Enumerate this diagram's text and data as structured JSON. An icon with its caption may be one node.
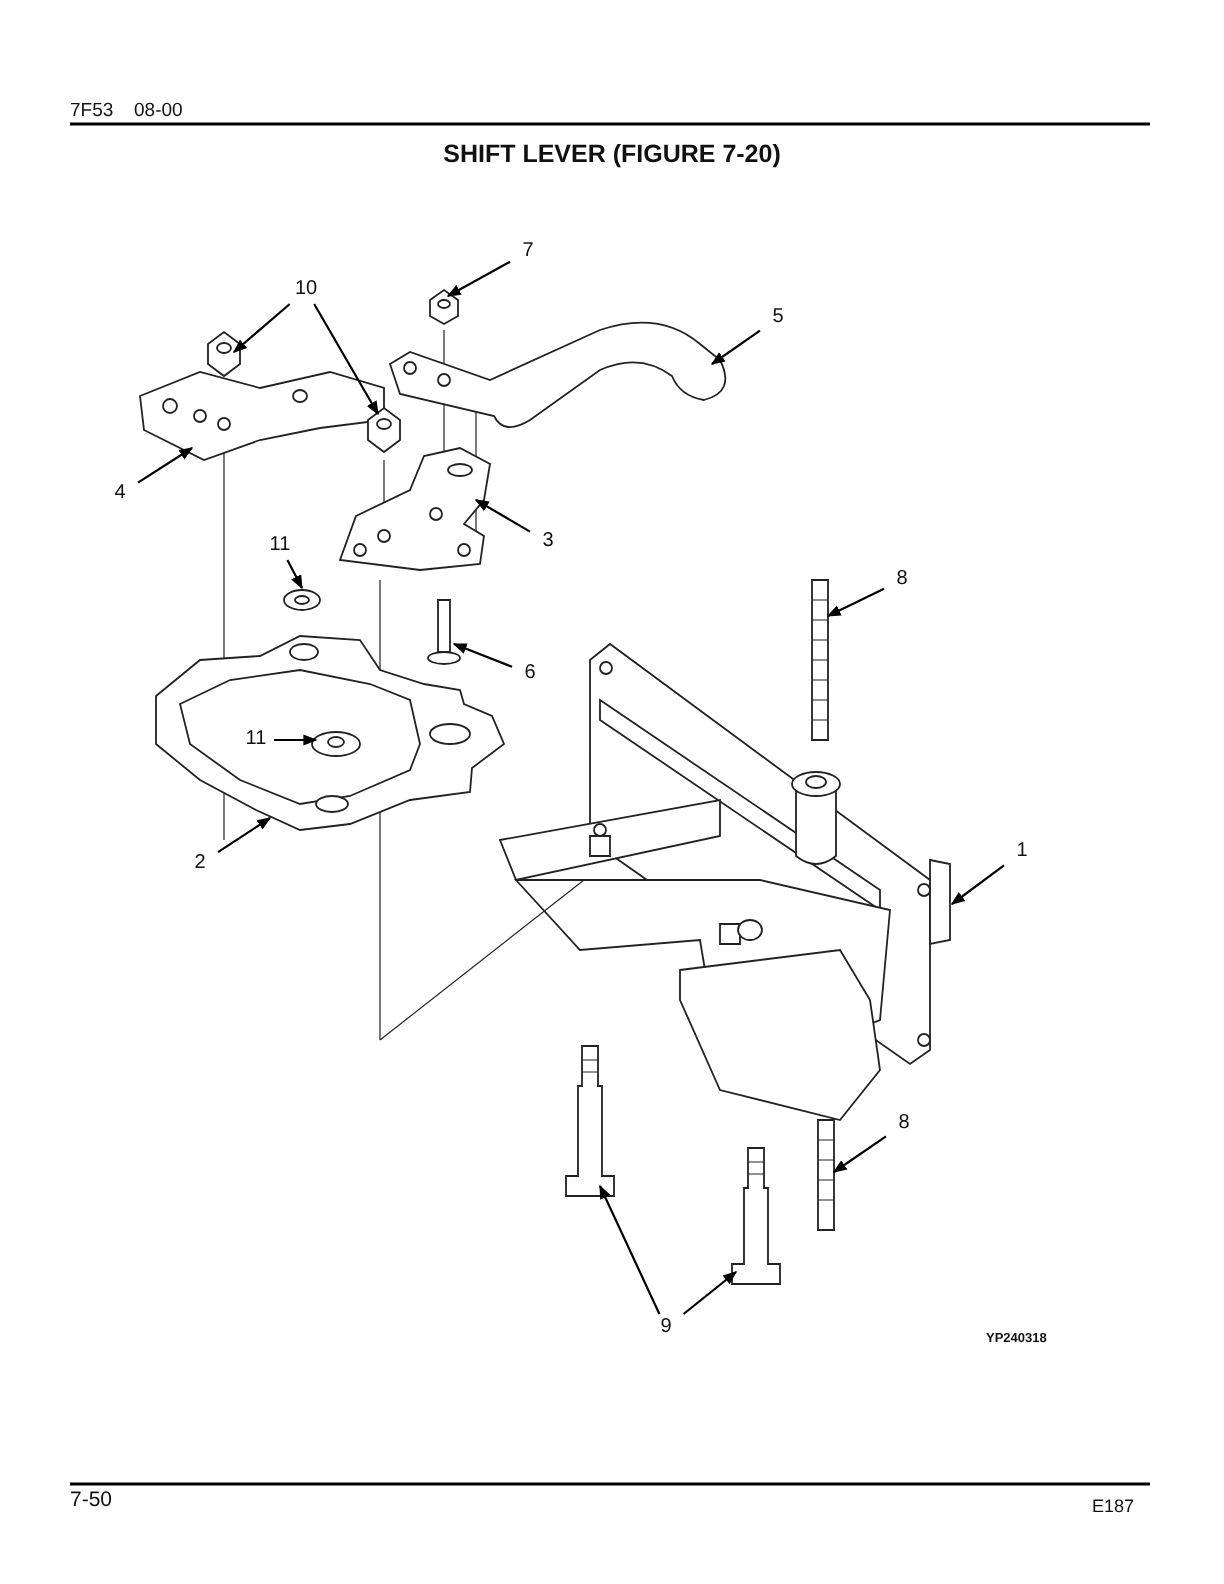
{
  "diagram": {
    "title": "SHIFT LEVER (FIGURE 7-20)",
    "nodes": [
      {
        "text": [
          "10"
        ]
      },
      {
        "text": [
          "7"
        ]
      },
      {
        "text": [
          "5"
        ]
      },
      {
        "text": [
          "4"
        ]
      },
      {
        "text": [
          "3"
        ]
      },
      {
        "text": [
          "11"
        ]
      },
      {
        "text": [
          "8"
        ]
      },
      {
        "text": [
          "6"
        ]
      },
      {
        "text": [
          "11"
        ]
      },
      {
        "text": [
          "2"
        ]
      },
      {
        "text": [
          "1"
        ]
      },
      {
        "text": [
          "8"
        ]
      },
      {
        "text": [
          "9"
        ]
      }
    ],
    "edges": [
      {
        "from": 0,
        "to": null,
        "arrow": "to"
      },
      {
        "from": 0,
        "to": null,
        "arrow": "to"
      },
      {
        "from": 1,
        "to": null,
        "arrow": "to"
      },
      {
        "from": 2,
        "to": null,
        "arrow": "to"
      },
      {
        "from": 3,
        "to": null,
        "arrow": "to"
      },
      {
        "from": 4,
        "to": null,
        "arrow": "to"
      },
      {
        "from": 5,
        "to": null,
        "arrow": "to"
      },
      {
        "from": 6,
        "to": null,
        "arrow": "to"
      },
      {
        "from": 7,
        "to": null,
        "arrow": "to"
      },
      {
        "from": 8,
        "to": null,
        "arrow": "to"
      },
      {
        "from": 9,
        "to": null,
        "arrow": "to"
      },
      {
        "from": 10,
        "to": null,
        "arrow": "to"
      },
      {
        "from": 11,
        "to": null,
        "arrow": "to"
      },
      {
        "from": 12,
        "to": null,
        "arrow": "to"
      },
      {
        "from": 12,
        "to": null,
        "arrow": "to"
      }
    ],
    "labels": [
      "7F53",
      "08-00",
      "YP240318",
      "7-50",
      "E187"
    ]
  }
}
